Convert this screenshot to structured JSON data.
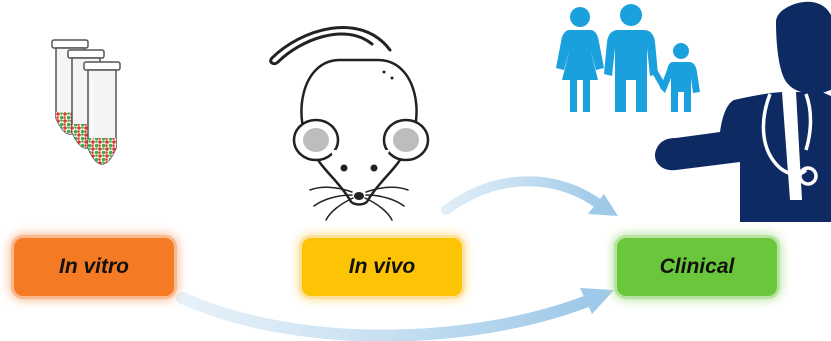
{
  "stages": [
    {
      "label": "In vitro",
      "color": "#f47a23",
      "glow": "#f8b98f"
    },
    {
      "label": "In vivo",
      "color": "#fdc305",
      "glow": "#fde09a"
    },
    {
      "label": "Clinical",
      "color": "#6ac63a",
      "glow": "#b7e3a0"
    }
  ],
  "colors": {
    "arrow": "#b9d8ee",
    "family": "#1aa0dd",
    "doctor": "#0e2a63",
    "tube_cells": [
      "#e0362b",
      "#3eb04a"
    ]
  },
  "icons": [
    "test-tubes-icon",
    "mouse-icon",
    "family-icon",
    "doctor-icon"
  ]
}
